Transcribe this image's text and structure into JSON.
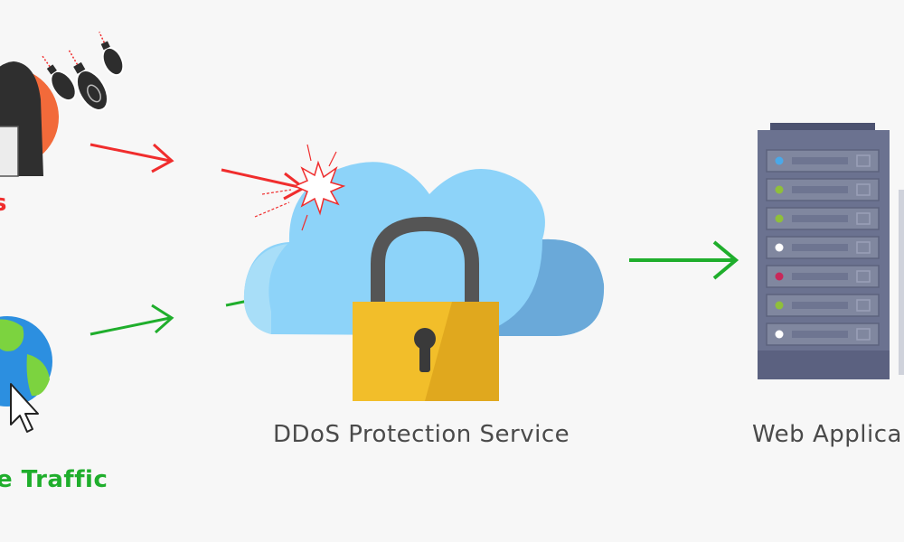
{
  "colors": {
    "attack": "#f02d2d",
    "legit": "#1fae2c",
    "text": "#4a4a4a",
    "cloud_light": "#8dd3f9",
    "cloud_dark": "#6aa9d9",
    "lock_body": "#f2be2a",
    "lock_shackle": "#555555",
    "server_body": "#6b7290",
    "server_panel": "#8a91ac",
    "earth_ocean": "#2c8fe0",
    "earth_land": "#7cd33f"
  },
  "labels": {
    "attack_traffic": "s",
    "legit_traffic": "e Traffic",
    "service": "DDoS Protection Service",
    "web_app": "Web Applica"
  },
  "icons": {
    "attacker": "hacker-icon",
    "bombs": "bomb-icon",
    "earth": "globe-icon",
    "cursor": "cursor-icon",
    "cloud": "cloud-icon",
    "lock": "padlock-icon",
    "burst": "impact-burst-icon",
    "server": "server-rack-icon"
  },
  "server_leds": [
    "#4aa8e8",
    "#8fbf3a",
    "#8fbf3a",
    "#ffffff",
    "#c8285a",
    "#8fbf3a",
    "#ffffff"
  ]
}
